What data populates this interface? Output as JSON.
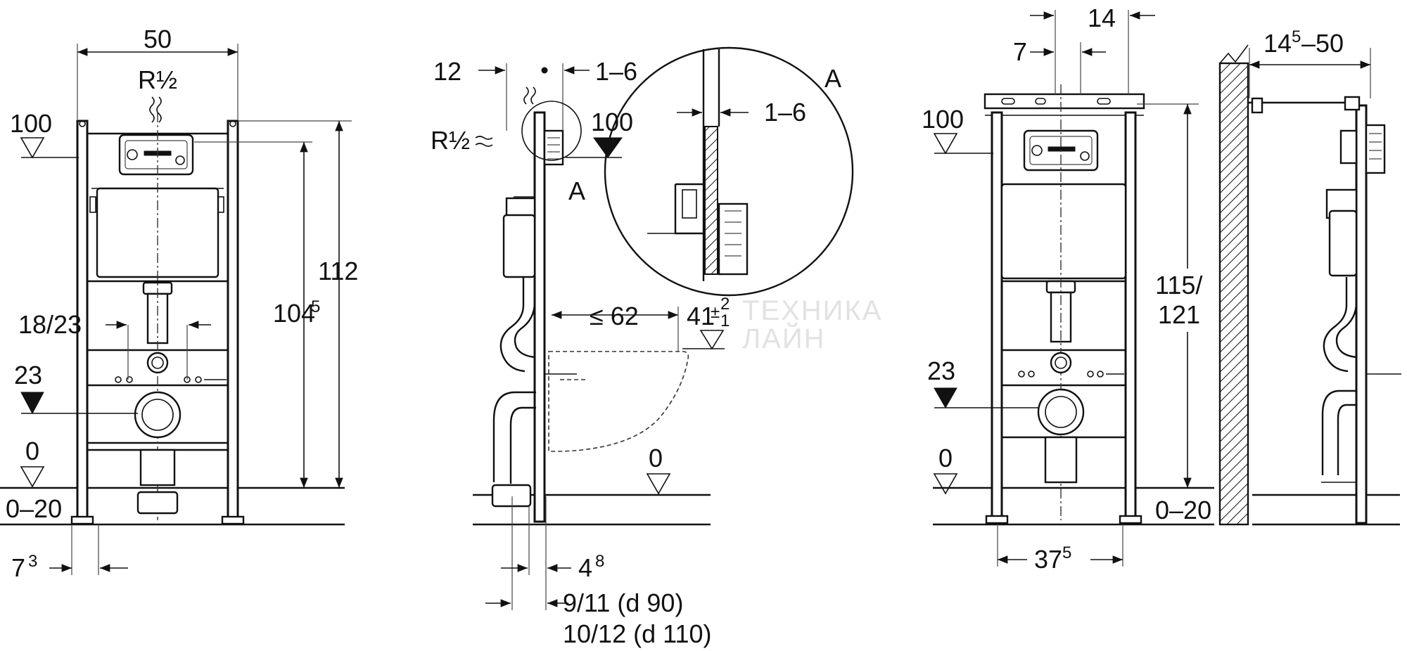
{
  "front_view": {
    "width": "50",
    "connection": "R½",
    "level_top": "100",
    "level_mid": "23",
    "level_floor": "0",
    "floor_range": "0–20",
    "height_total": "112",
    "height_actuator": "104",
    "height_actuator_sup": "5",
    "flush_pipe": "18/23",
    "leg_offset": "7",
    "leg_offset_sup": "3"
  },
  "side_view": {
    "offset_a": "12",
    "offset_b": "1–6",
    "connection": "R½",
    "level_top": "100",
    "detail_label": "A",
    "bowl_depth": "≤ 62",
    "bowl_height": "41",
    "bowl_height_tol_plus": "2",
    "bowl_height_tol_minus": "1",
    "level_floor": "0",
    "pipe_offset": "4",
    "pipe_offset_sup": "8",
    "outlet_d90": "9/11 (d 90)",
    "outlet_d110": "10/12 (d 110)"
  },
  "detail_a": {
    "label": "A",
    "gap": "1–6"
  },
  "front_view_2": {
    "offset_top": "14",
    "offset_small": "7",
    "level_top": "100",
    "level_mid": "23",
    "level_floor": "0",
    "height_range": "115/\n121",
    "floor_range": "0–20",
    "leg_width": "37",
    "leg_width_sup": "5"
  },
  "wall_view": {
    "depth_min": "14",
    "depth_min_sup": "5",
    "depth_range_suffix": "–50"
  },
  "watermark": {
    "line1": "ТЕХНИКА",
    "line2": "ЛАЙН"
  }
}
